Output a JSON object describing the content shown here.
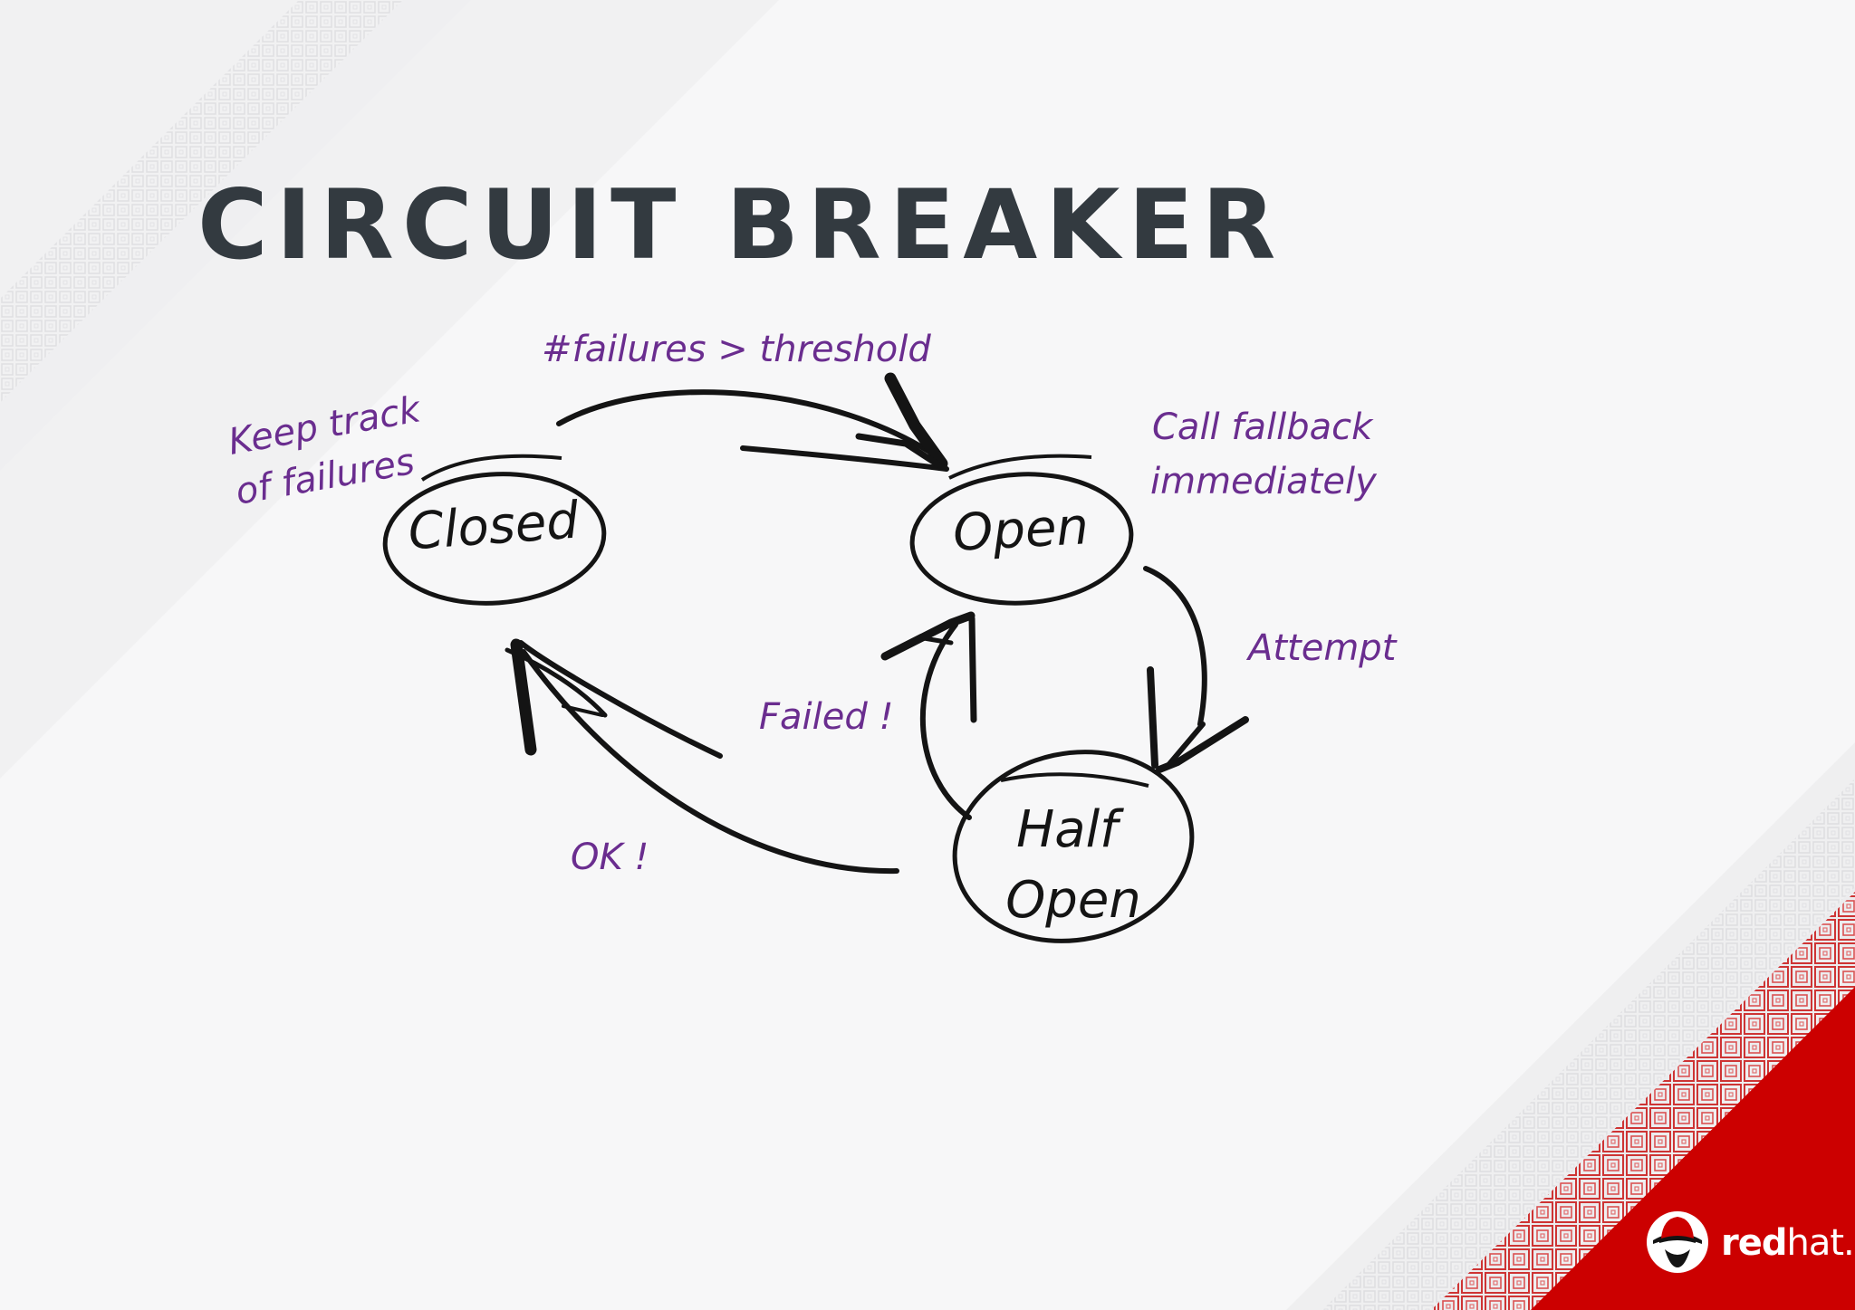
{
  "title": "CIRCUIT BREAKER",
  "states": {
    "closed": "Closed",
    "open": "Open",
    "half_open_line1": "Half",
    "half_open_line2": "Open"
  },
  "transitions": {
    "threshold": "#failures > threshold",
    "attempt": "Attempt",
    "failed": "Failed !",
    "ok": "OK !"
  },
  "notes": {
    "keep_track_line1": "Keep track",
    "keep_track_line2": "of failures",
    "call_fallback_line1": "Call fallback",
    "call_fallback_line2": "immediately"
  },
  "logo": {
    "brand_bold": "red",
    "brand_light": "hat",
    "mark": "."
  },
  "colors": {
    "accent": "#cc0000",
    "annotation": "#6a2d8f",
    "title": "#333a40",
    "ink": "#141414"
  }
}
